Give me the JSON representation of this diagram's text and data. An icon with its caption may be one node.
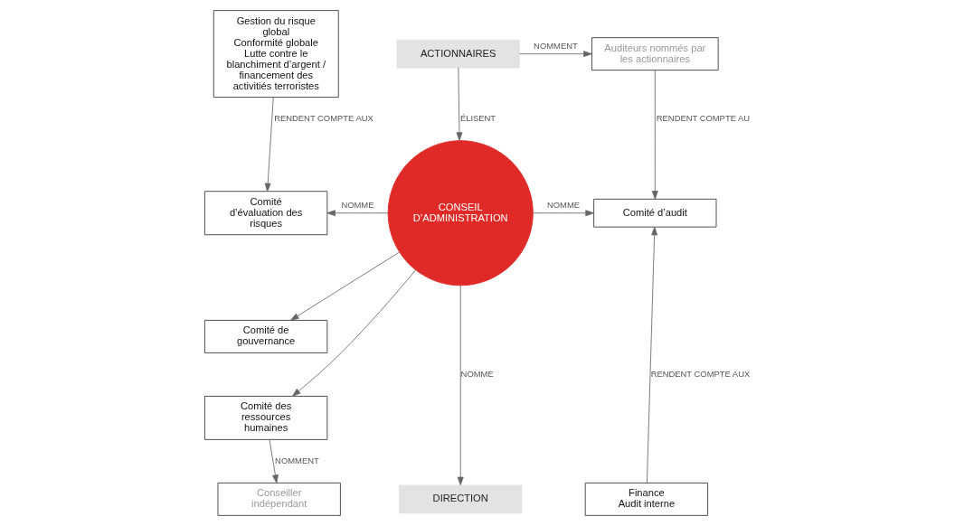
{
  "diagram": {
    "nodes": [
      {
        "text": [
          "Gestion du risque global",
          "Conformité globale",
          "Lutte contre le blanchiment d’argent / financement des activitiés terroristes"
        ]
      },
      {
        "text": [
          "ACTIONNAIRES"
        ]
      },
      {
        "text": [
          "Auditeurs nommés par les actionnaires"
        ]
      },
      {
        "text": [
          "Comité d’évaluation des risques"
        ]
      },
      {
        "text": [
          "CONSEIL D’ADMINISTRATION"
        ]
      },
      {
        "text": [
          "Comité d’audit"
        ]
      },
      {
        "text": [
          "Comité de gouvernance"
        ]
      },
      {
        "text": [
          "Comité des ressources humaines"
        ]
      },
      {
        "text": [
          "Conseiller indépendant"
        ]
      },
      {
        "text": [
          "DIRECTION"
        ]
      },
      {
        "text": [
          "Finance",
          "Audit interne"
        ]
      }
    ],
    "edges": [
      {
        "from": 0,
        "to": 3,
        "arrow": "to",
        "label": "RENDENT COMPTE AUX"
      },
      {
        "from": 1,
        "to": 4,
        "arrow": "to",
        "label": "ÉLISENT"
      },
      {
        "from": 1,
        "to": 2,
        "arrow": "to",
        "label": "NOMMENT"
      },
      {
        "from": 2,
        "to": 5,
        "arrow": "to",
        "label": "RENDENT COMPTE AU"
      },
      {
        "from": 4,
        "to": 3,
        "arrow": "to",
        "label": "NOMME"
      },
      {
        "from": 4,
        "to": 6,
        "arrow": "to"
      },
      {
        "from": 4,
        "to": 7,
        "arrow": "to"
      },
      {
        "from": 4,
        "to": 5,
        "arrow": "to",
        "label": "NOMME"
      },
      {
        "from": 4,
        "to": 9,
        "arrow": "to",
        "label": "NOMME"
      },
      {
        "from": 7,
        "to": 8,
        "arrow": "to",
        "label": "NOMMENT"
      },
      {
        "from": 10,
        "to": 5,
        "arrow": "to",
        "label": "RENDENT COMPTE AUX"
      }
    ]
  }
}
